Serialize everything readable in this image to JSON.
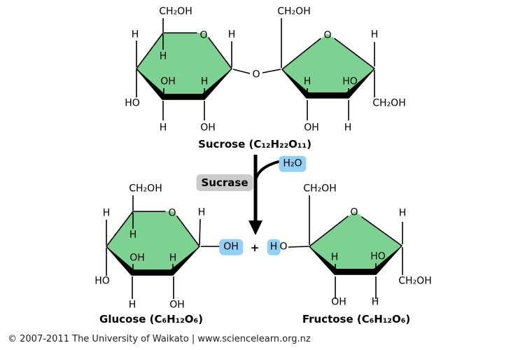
{
  "footer": {
    "credit": "© 2007-2011 The University of Waikato | www.sciencelearn.org.nz"
  },
  "colors": {
    "ring_green": "#7dd291",
    "highlight_blue": "#92d0f5",
    "enzyme_gray": "#cbcbcb",
    "bond_black": "#000000"
  },
  "reaction": {
    "substrate_name": "Sucrose (C₁₂H₂₂O₁₁)",
    "enzyme_name": "Sucrase",
    "water": "H₂O",
    "plus": "+",
    "glycosidic_oxygen": "O",
    "released_hydroxyl": "OH",
    "released_hydrogen": "H",
    "released_hydrogen_oxygen": "O",
    "product_left_name": "Glucose (C₆H₁₂O₆)",
    "product_right_name": "Fructose (C₆H₁₂O₆)"
  },
  "sucrose_glucose_ring": {
    "ch2oh_top": "CH₂OH",
    "h_top_left": "H",
    "ring_oxygen": "O",
    "h_right": "H",
    "h_inner_top": "H",
    "oh_inner": "OH",
    "h_inner_right": "H",
    "ho_left": "HO",
    "h_bottom": "H",
    "oh_bottom": "OH"
  },
  "sucrose_fructose_ring": {
    "ch2oh_top": "CH₂OH",
    "ring_oxygen": "O",
    "h_right": "H",
    "h_inner_left": "H",
    "ho_inner_right": "HO",
    "ch2oh_right": "CH₂OH",
    "oh_bottom": "OH",
    "h_bottom": "H"
  },
  "glucose_ring": {
    "ch2oh_top": "CH₂OH",
    "h_top_left": "H",
    "ring_oxygen": "O",
    "h_right": "H",
    "h_inner_top": "H",
    "oh_inner": "OH",
    "h_inner_right": "H",
    "ho_left": "HO",
    "h_bottom": "H",
    "oh_bottom": "OH"
  },
  "fructose_ring": {
    "ch2oh_top": "CH₂OH",
    "ring_oxygen": "O",
    "h_right": "H",
    "h_inner_left": "H",
    "ho_inner_right": "HO",
    "ch2oh_right": "CH₂OH",
    "oh_bottom": "OH",
    "h_bottom": "H"
  }
}
